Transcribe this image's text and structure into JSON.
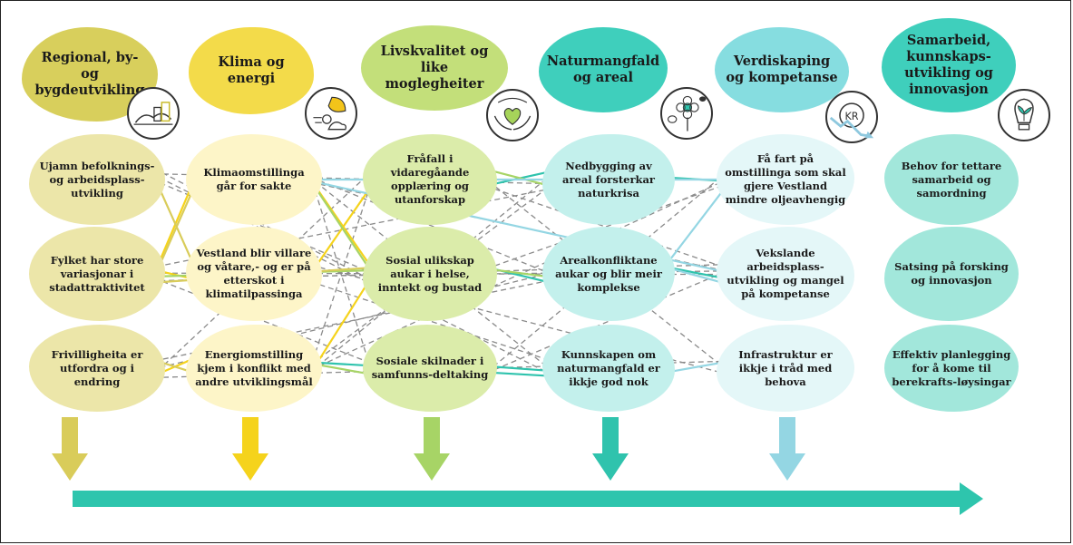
{
  "columns": [
    {
      "id": "regional",
      "header": "Regional, by- og bygdeutvikling",
      "color": "#d8cf5c",
      "light": "#ece6a9",
      "arrow": "#d9cc5a",
      "icon": "city-landscape-icon",
      "items": [
        "Ujamn befolknings- og arbeidsplass-utvikling",
        "Fylket har store variasjonar i stadattraktivitet",
        "Frivilligheita er utfordra og i endring"
      ]
    },
    {
      "id": "klima",
      "header": "Klima og energi",
      "color": "#f3db4a",
      "light": "#fdf5c8",
      "arrow": "#f5d31c",
      "icon": "leaf-weather-icon",
      "items": [
        "Klimaomstillinga går for sakte",
        "Vestland blir villare og våtare,- og er på etterskot i klimatilpassinga",
        "Energiomstilling kjem i konflikt med andre utviklingsmål"
      ]
    },
    {
      "id": "livskvalitet",
      "header": "Livskvalitet og like moglegheiter",
      "color": "#c3df7a",
      "light": "#dbecaa",
      "arrow": "#a7d466",
      "icon": "hands-heart-icon",
      "items": [
        "Fråfall i vidaregåande opplæring og utanforskap",
        "Sosial ulikskap aukar i helse, inntekt og bustad",
        "Sosiale skilnader i samfunns-deltaking"
      ]
    },
    {
      "id": "natur",
      "header": "Naturmangfald og areal",
      "color": "#3fcfbc",
      "light": "#c3f0ec",
      "arrow": "#2fc3ad",
      "icon": "flower-bee-icon",
      "items": [
        "Nedbygging av areal forsterkar naturkrisa",
        "Arealkonfliktane aukar og blir meir komplekse",
        "Kunnskapen om naturmangfald er ikkje god nok"
      ]
    },
    {
      "id": "verdi",
      "header": "Verdiskaping og kompetanse",
      "color": "#86dde0",
      "light": "#e4f7f8",
      "arrow": "#94d6e3",
      "icon": "coin-decline-icon",
      "icon_text": "KR",
      "items": [
        "Få fart på omstillinga som skal gjere Vestland mindre oljeavhengig",
        "Vekslande arbeidsplass-utvikling og mangel på kompetanse",
        "Infrastruktur er ikkje i tråd med behova"
      ]
    },
    {
      "id": "samarbeid",
      "header": "Samarbeid, kunnskaps-utvikling og innovasjon",
      "color": "#3fcfbc",
      "light": "#a2e7db",
      "arrow": "#3fcfbc",
      "icon": "lightbulb-plant-icon",
      "items": [
        "Behov for tettare samarbeid og samordning",
        "Satsing på forsking og innovasjon",
        "Effektiv planlegging for å kome til berekrafts-løysingar"
      ]
    }
  ],
  "timeline_color": "#2ec5ad",
  "connector_color": "#8a8a8a"
}
